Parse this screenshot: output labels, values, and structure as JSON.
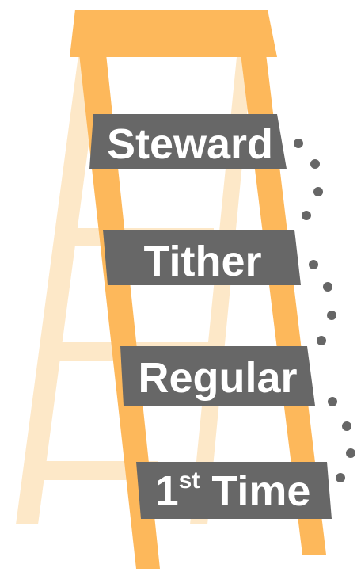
{
  "colors": {
    "ladder_orange": "#fdb85b",
    "ladder_faded": "#fde8c8",
    "board_gray": "#676767",
    "dots": "#666666",
    "label_text": "#ffffff"
  },
  "rungs": [
    {
      "label": "Steward"
    },
    {
      "label": "Tither"
    },
    {
      "label": "Regular"
    },
    {
      "label_main": "1",
      "label_super": "st",
      "label_rest": " Time"
    }
  ]
}
